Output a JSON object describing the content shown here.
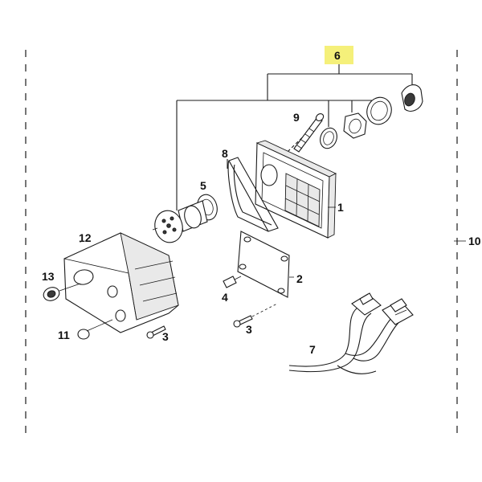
{
  "callouts": {
    "c1": "1",
    "c2": "2",
    "c3a": "3",
    "c3b": "3",
    "c4": "4",
    "c5": "5",
    "c6": "6",
    "c7": "7",
    "c8": "8",
    "c9": "9",
    "c10": "10",
    "c11": "11",
    "c12": "12",
    "c13": "13"
  },
  "colors": {
    "highlight": "#f5f07a",
    "ink": "#1a1a1a"
  }
}
